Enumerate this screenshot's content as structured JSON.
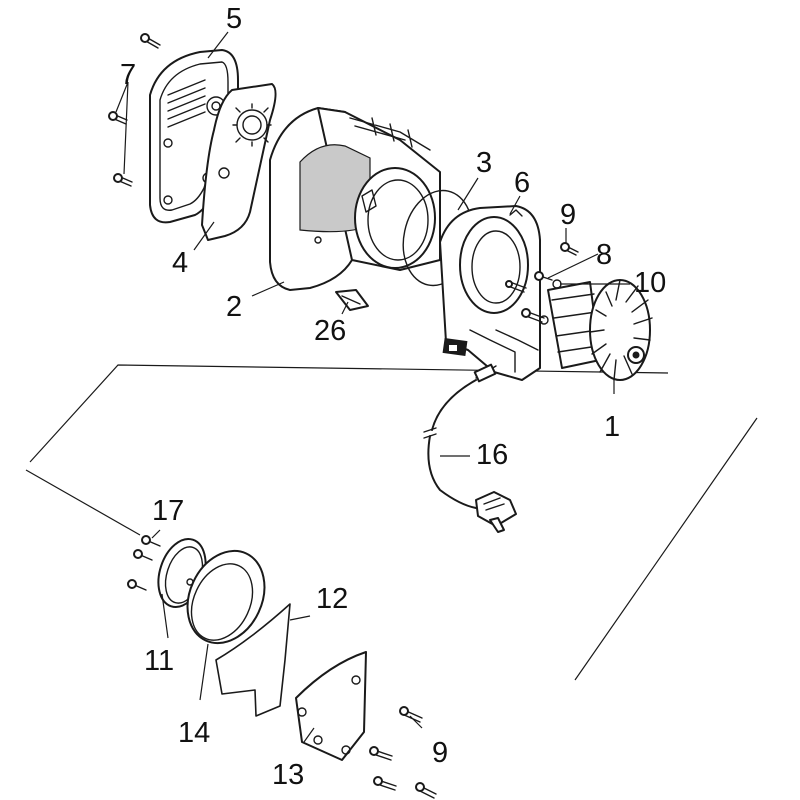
{
  "callouts": {
    "c1": "1",
    "c2": "2",
    "c3": "3",
    "c4": "4",
    "c5": "5",
    "c6": "6",
    "c7": "7",
    "c8": "8",
    "c9a": "9",
    "c9b": "9",
    "c10": "10",
    "c11": "11",
    "c12": "12",
    "c13": "13",
    "c14": "14",
    "c16": "16",
    "c17": "17",
    "c26": "26"
  },
  "colors": {
    "line": "#1a1a1a",
    "background": "#ffffff",
    "shade": "#c9c9c9"
  }
}
